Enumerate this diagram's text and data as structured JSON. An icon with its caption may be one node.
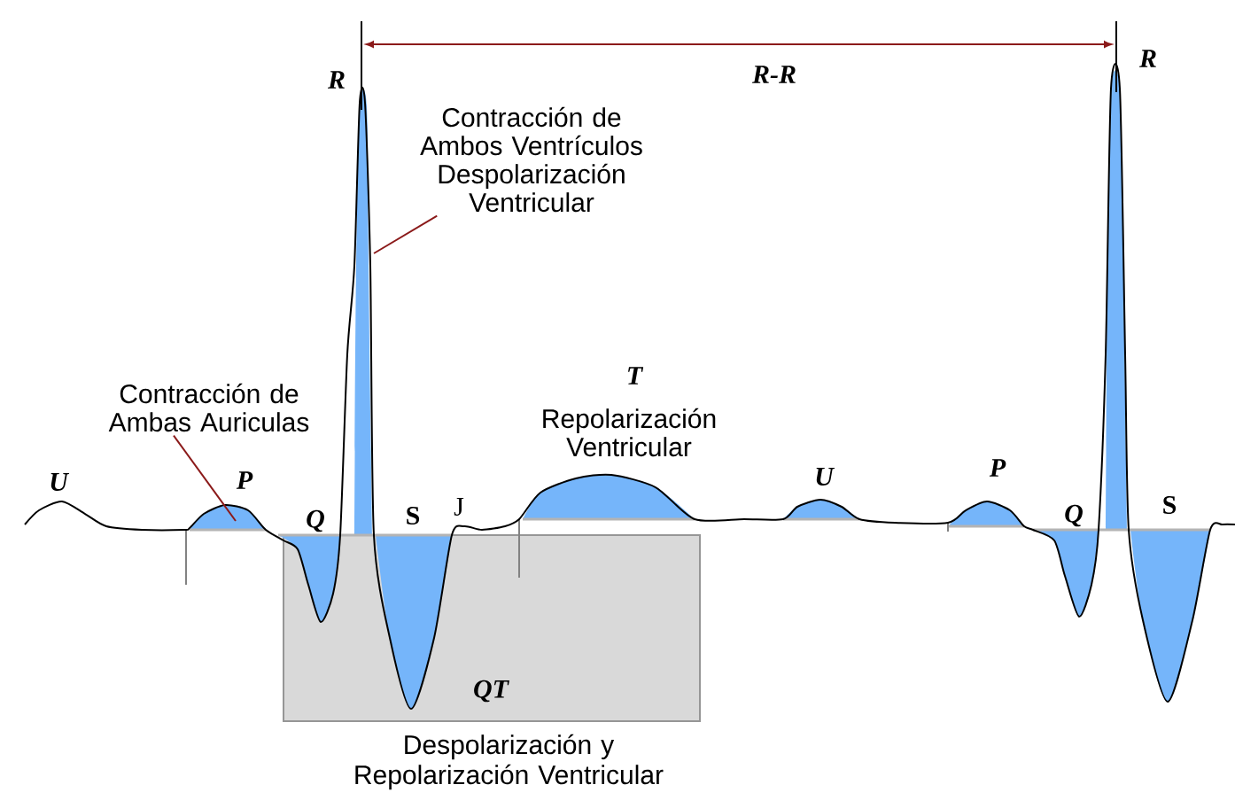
{
  "diagram": {
    "nodes": [
      {
        "text": [
          "Contracción de Ambos Ventrículos",
          "Despolarización Ventricular"
        ]
      },
      {
        "text": [
          "Contracción de Ambas Auriculas"
        ]
      },
      {
        "text": [
          "QT",
          "Despolarización y Repolarización Ventricular"
        ]
      }
    ],
    "edges": [
      {
        "from": 0,
        "to": null,
        "arrow": "none"
      },
      {
        "from": 1,
        "to": null,
        "arrow": "none"
      }
    ],
    "labels": [
      "R",
      "R-R",
      "R",
      "T",
      "Repolarización Ventricular",
      "U",
      "P",
      "Q",
      "S",
      "J",
      "U",
      "P",
      "Q",
      "S"
    ]
  }
}
